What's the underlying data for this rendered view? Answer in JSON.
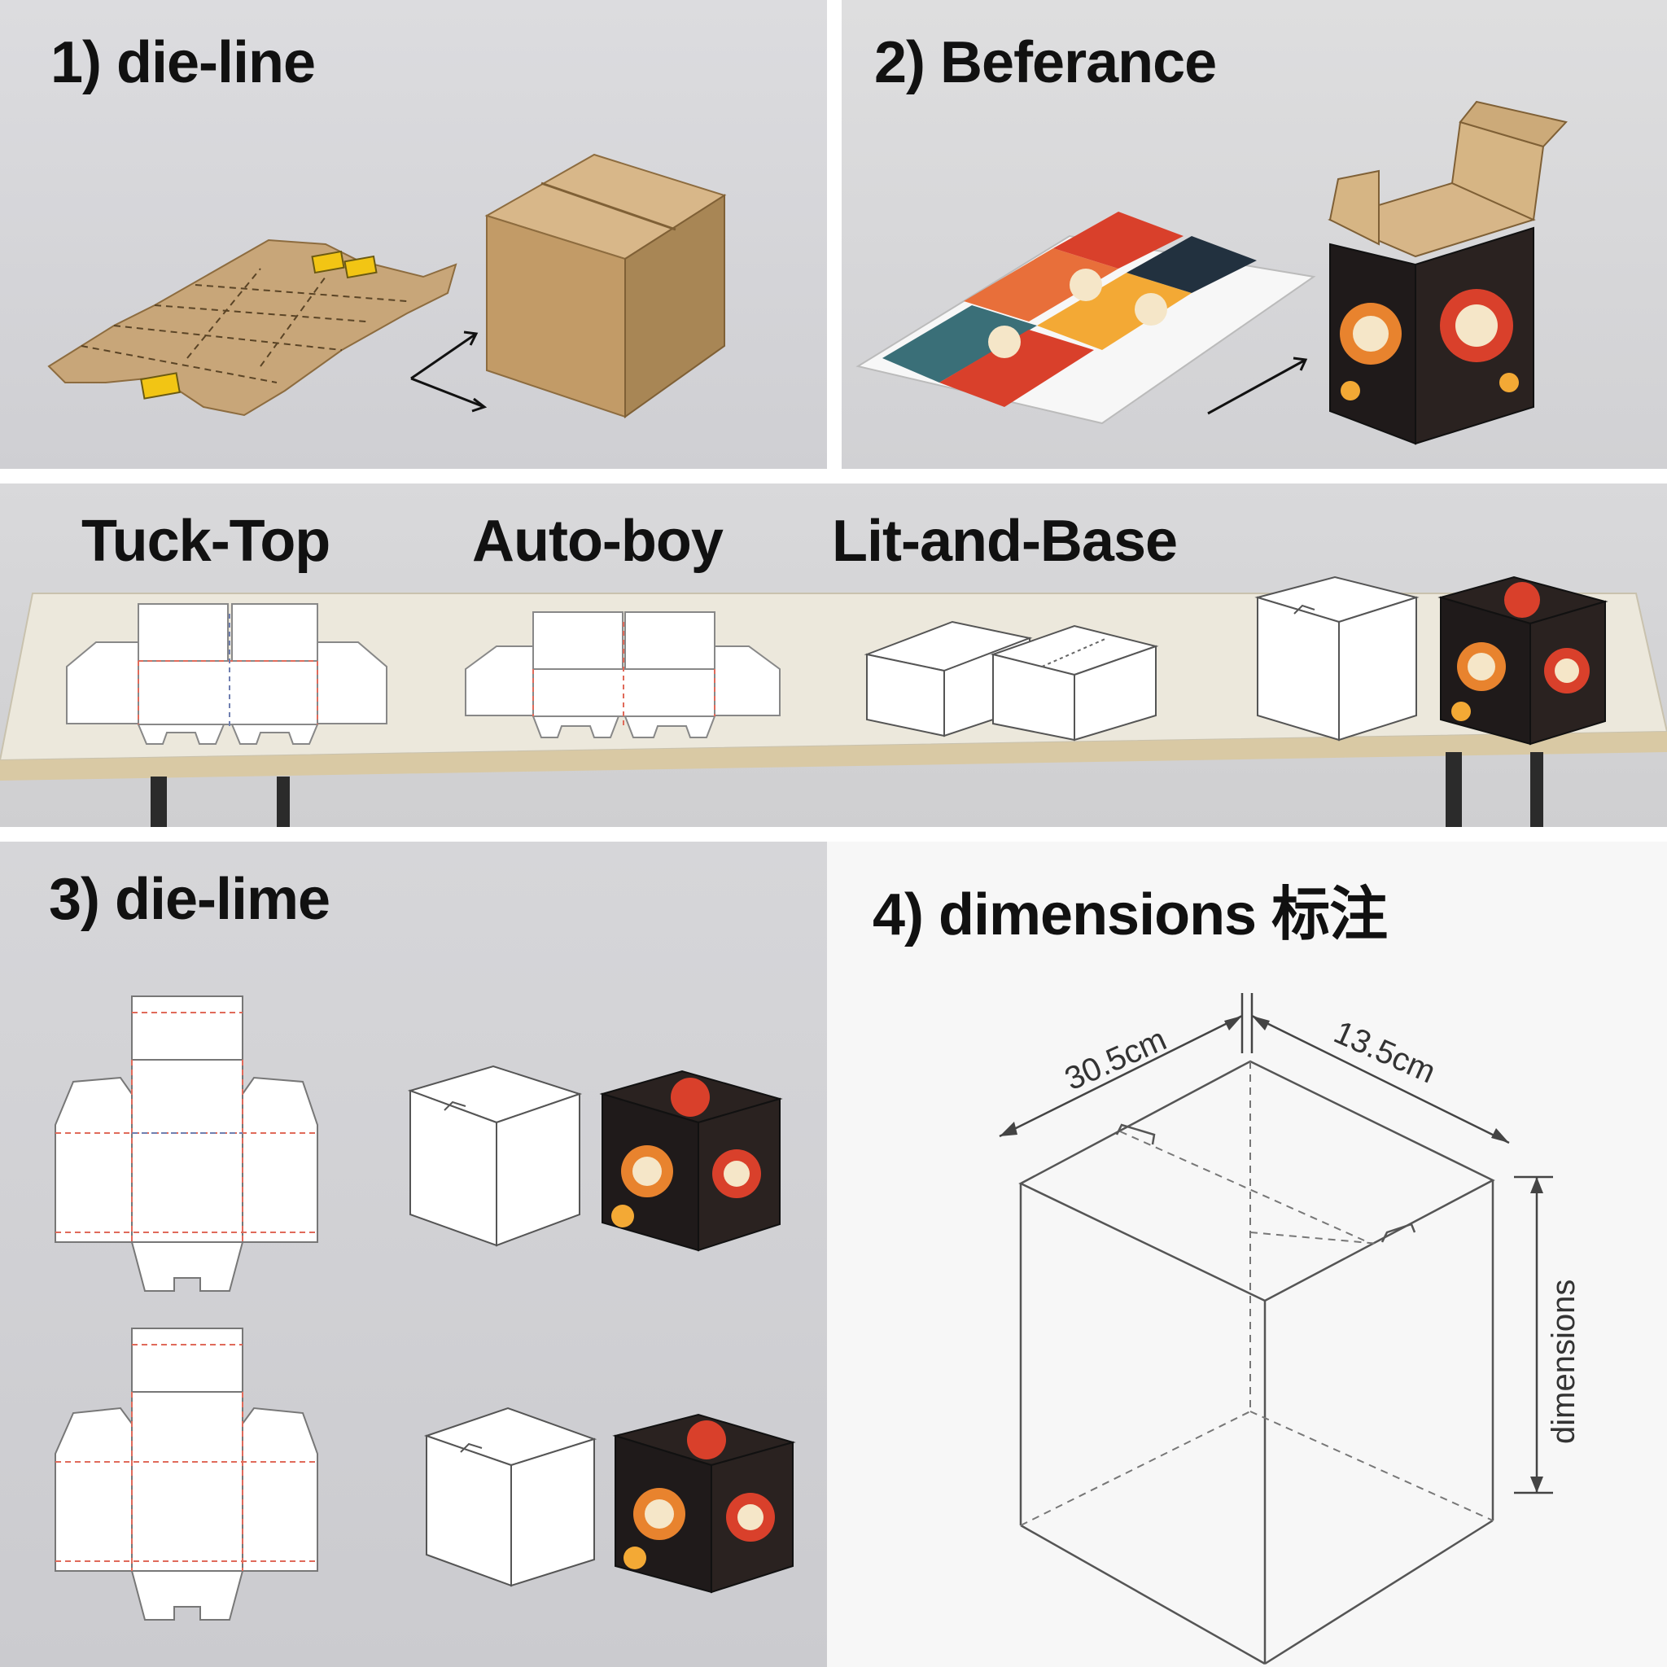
{
  "panels": {
    "die_line": {
      "title": "1) die-line"
    },
    "beferance": {
      "title": "2) Beferance"
    },
    "styles": {
      "labels": [
        "Tuck-Top",
        "Auto-boy",
        "Lit-and-Base"
      ]
    },
    "die_lime": {
      "title": "3) die-lime"
    },
    "dimensions": {
      "title": "4) dimensions 标注",
      "width_label": "30.5cm",
      "depth_label": "13.5cm",
      "height_label": "dimensions"
    }
  },
  "colors": {
    "kraft": "#c8a679",
    "kraft_dark": "#a88655",
    "tape": "#f2c514",
    "print_dark": "#1f1a1a",
    "print_orange": "#e8832e",
    "print_red": "#d9402b",
    "fold_red": "#e06a5a",
    "fold_blue": "#6f7fb0",
    "table": "#ece8dc"
  }
}
